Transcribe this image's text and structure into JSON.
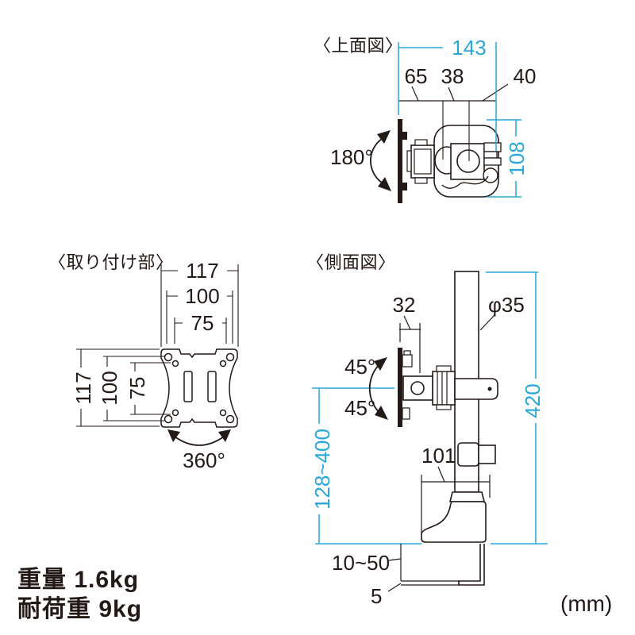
{
  "colors": {
    "accent": "#29a7d9",
    "line": "#231916"
  },
  "unit_label": "(mm)",
  "top_view": {
    "title": "〈上面図〉",
    "total_width": "143",
    "seg_left": "65",
    "seg_mid": "38",
    "seg_right": "40",
    "depth": "108",
    "swivel_angle": "180°"
  },
  "mount_plate": {
    "title": "〈取り付け部〉",
    "width_outer": "117",
    "width_vesa100": "100",
    "width_vesa75": "75",
    "height_outer": "117",
    "height_vesa100": "100",
    "height_vesa75": "75",
    "rotation_angle": "360°"
  },
  "side_view": {
    "title": "〈側面図〉",
    "plate_offset": "32",
    "pole_diameter": "φ35",
    "tilt_up": "45°",
    "tilt_down": "45°",
    "pole_height": "420",
    "height_range": "128~400",
    "clamp_width": "101",
    "clamp_range": "10~50",
    "hook_thickness": "5"
  },
  "specs": {
    "weight": "重量 1.6kg",
    "load_capacity": "耐荷重 9kg"
  }
}
